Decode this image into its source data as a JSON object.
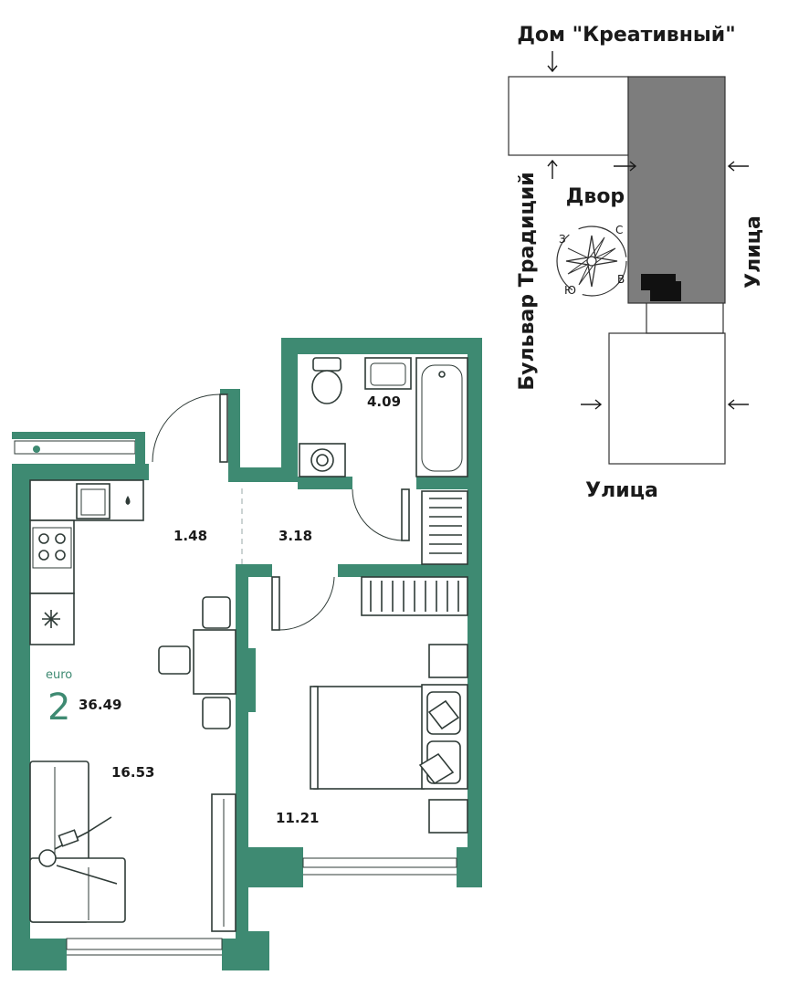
{
  "site_plan": {
    "label_top": "Дом \"Креативный\"",
    "label_yard": "Двор",
    "label_boulevard": "Бульвар Традиций",
    "label_street_right": "Улица",
    "label_street_bottom": "Улица",
    "compass": {
      "n": "С",
      "e": "В",
      "s": "Ю",
      "w": "З"
    }
  },
  "apartment": {
    "type_label": "euro",
    "rooms": "2",
    "total_area": "36.49",
    "rooms_areas": {
      "kitchen_living": "16.53",
      "hallway": "1.48",
      "corridor": "3.18",
      "bathroom": "4.09",
      "bedroom": "11.21"
    }
  },
  "colors": {
    "wall": "#3e8a72",
    "building_dark": "#7d7d7d",
    "section_black": "#111111"
  }
}
